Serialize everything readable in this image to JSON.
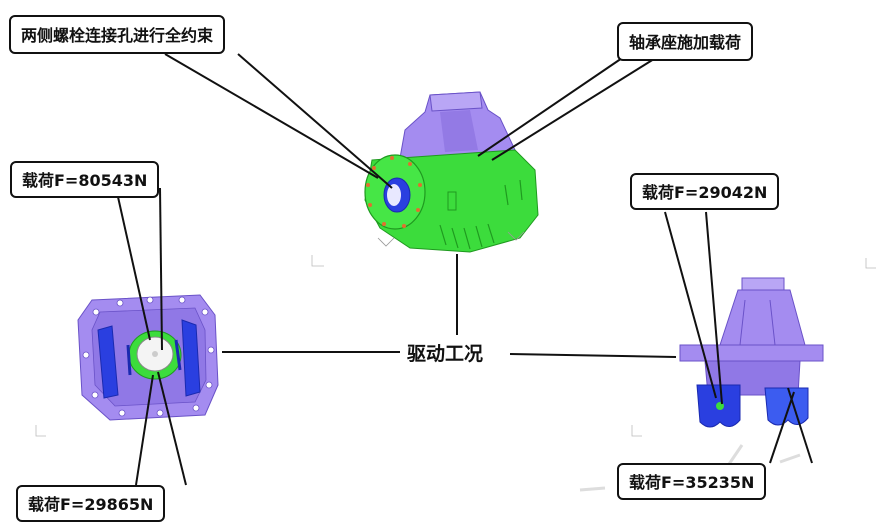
{
  "labels": {
    "top_left_callout": "两侧螺栓连接孔进行全约束",
    "top_right_callout": "轴承座施加载荷",
    "center_label": "驱动工况",
    "load_left_top": "载荷F=80543N",
    "load_left_bottom": "载荷F=29865N",
    "load_right_top": "载荷F=29042N",
    "load_right_bottom": "载荷F=35235N"
  },
  "colors": {
    "housing_purple": "#a48cf0",
    "housing_purple_dark": "#7d64d6",
    "flange_green": "#3cdc3c",
    "bearing_blue": "#2a3fe0",
    "line_black": "#111111"
  }
}
